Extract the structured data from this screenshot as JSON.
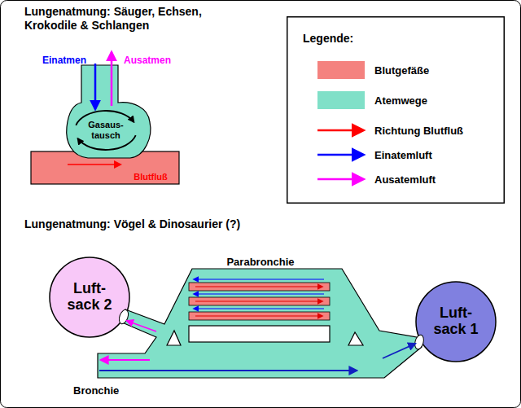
{
  "diagram": {
    "nodes": [
      {
        "text": [
          "Gasaus- tausch"
        ]
      },
      {
        "text": [
          "Blutfluß"
        ]
      },
      {
        "text": [
          "Legende:"
        ]
      },
      {
        "text": [
          "Parabronchie"
        ]
      },
      {
        "text": [
          "Luft- sack 2"
        ]
      },
      {
        "text": [
          "Luft- sack 1"
        ]
      }
    ],
    "labels": [
      "Lungenatmung: Säuger, Echsen, Krokodile & Schlangen",
      "Einatmen",
      "Ausatmen",
      "Lungenatmung: Vögel & Dinosaurier (?)",
      "Bronchie"
    ],
    "legend": [
      {
        "text": "Blutgefäße",
        "color": "#f4827f"
      },
      {
        "text": "Atemwege",
        "color": "#80e0c8"
      },
      {
        "text": "Richtung Blutfluß"
      },
      {
        "text": "Einatemluft"
      },
      {
        "text": "Ausatemluft"
      }
    ]
  }
}
